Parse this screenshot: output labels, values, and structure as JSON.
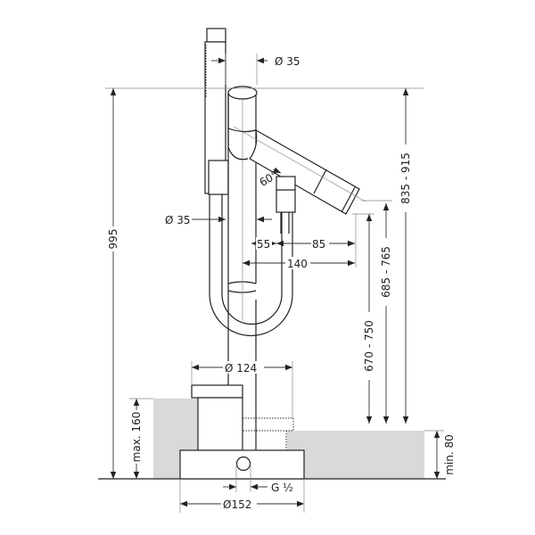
{
  "drawing": {
    "labels": {
      "dia_top": "Ø 35",
      "dia_mid": "Ø 35",
      "angle": "60°",
      "d55": "55",
      "d85": "85",
      "d140": "140",
      "dia_124": "Ø 124",
      "dia_152": "Ø152",
      "thread": "G ½",
      "h995": "995",
      "h835": "835 - 915",
      "h685": "685 - 765",
      "h670": "670 - 750",
      "max160": "max. 160",
      "min80": "min. 80"
    },
    "colors": {
      "line": "#222222",
      "floor": "#d9d9d9"
    }
  }
}
